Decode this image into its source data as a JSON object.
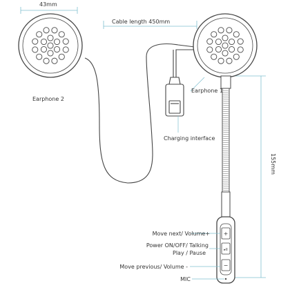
{
  "dimensions": {
    "speaker_width": "43mm",
    "cable_length": "Cable length 450mm",
    "boom_length": "155mm"
  },
  "labels": {
    "earphone_2": "Earphone 2",
    "earphone_1": "Earphone 1",
    "charging_interface": "Charging interface",
    "move_next": "Move next/ Volume+",
    "power_line1": "Power ON/OFF/ Talking",
    "power_line2": "Play / Pause",
    "move_previous": "Move previous/ Volume -",
    "mic": "MIC"
  },
  "buttons": {
    "plus_symbol": "+",
    "play_symbol": "▸II",
    "minus_symbol": "−"
  },
  "colors": {
    "line": "#444444",
    "dimension": "#7fbfcf",
    "speaker_fill": "#ffffff"
  }
}
